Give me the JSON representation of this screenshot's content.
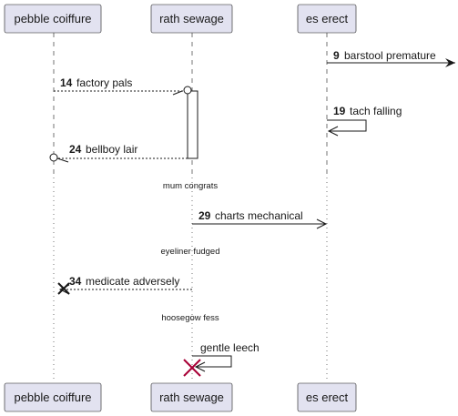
{
  "participants": [
    {
      "id": "p1",
      "name": "pebble coiffure"
    },
    {
      "id": "p2",
      "name": "rath sewage"
    },
    {
      "id": "p3",
      "name": "es erect"
    }
  ],
  "messages": [
    {
      "num": "9",
      "text": "barstool premature",
      "from": "p3",
      "to": "out",
      "style": "solid"
    },
    {
      "num": "14",
      "text": "factory pals",
      "from": "p1",
      "to": "p2",
      "style": "dashed",
      "arrow": "open-circle"
    },
    {
      "num": "19",
      "text": "tach falling",
      "from": "p3",
      "to": "p3",
      "style": "solid",
      "arrow": "self"
    },
    {
      "num": "24",
      "text": "bellboy lair",
      "from": "p2",
      "to": "p1",
      "style": "dashed",
      "arrow": "open-circle"
    },
    {
      "num": "29",
      "text": "charts mechanical",
      "from": "p2",
      "to": "p3",
      "style": "solid"
    },
    {
      "num": "34",
      "text": "medicate adversely",
      "from": "p2",
      "to": "p1",
      "style": "dashed",
      "arrow": "destroy"
    },
    {
      "num": "",
      "text": "gentle leech",
      "from": "p2",
      "to": "p2",
      "style": "solid",
      "arrow": "self-destroy"
    }
  ],
  "dividers": [
    "mum congrats",
    "eyeliner fudged",
    "hoosegow fess"
  ],
  "colors": {
    "participant_fill": "#E2E2F0",
    "line": "#181818",
    "destroy_mark": "#A80036"
  }
}
